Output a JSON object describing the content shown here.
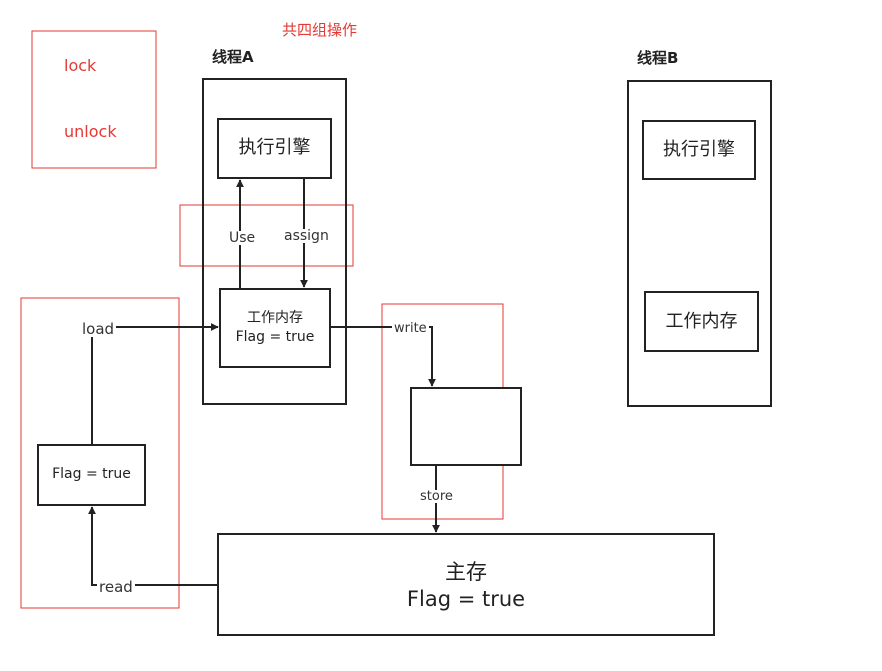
{
  "title": "共四组操作",
  "lock_group": {
    "lock": "lock",
    "unlock": "unlock"
  },
  "thread_a": {
    "title": "线程A",
    "engine": "执行引擎",
    "work_memory": {
      "line1": "工作内存",
      "line2": "Flag = true"
    }
  },
  "thread_b": {
    "title": "线程B",
    "engine": "执行引擎",
    "work_memory": "工作内存"
  },
  "main_memory": {
    "line1": "主存",
    "line2": "Flag = true"
  },
  "copy_box": "Flag = true",
  "ops": {
    "use": "Use",
    "assign": "assign",
    "load": "load",
    "read": "read",
    "write": "write",
    "store": "store"
  },
  "colors": {
    "line": "#222222",
    "group": "#e53935",
    "label_red": "#e53935"
  }
}
